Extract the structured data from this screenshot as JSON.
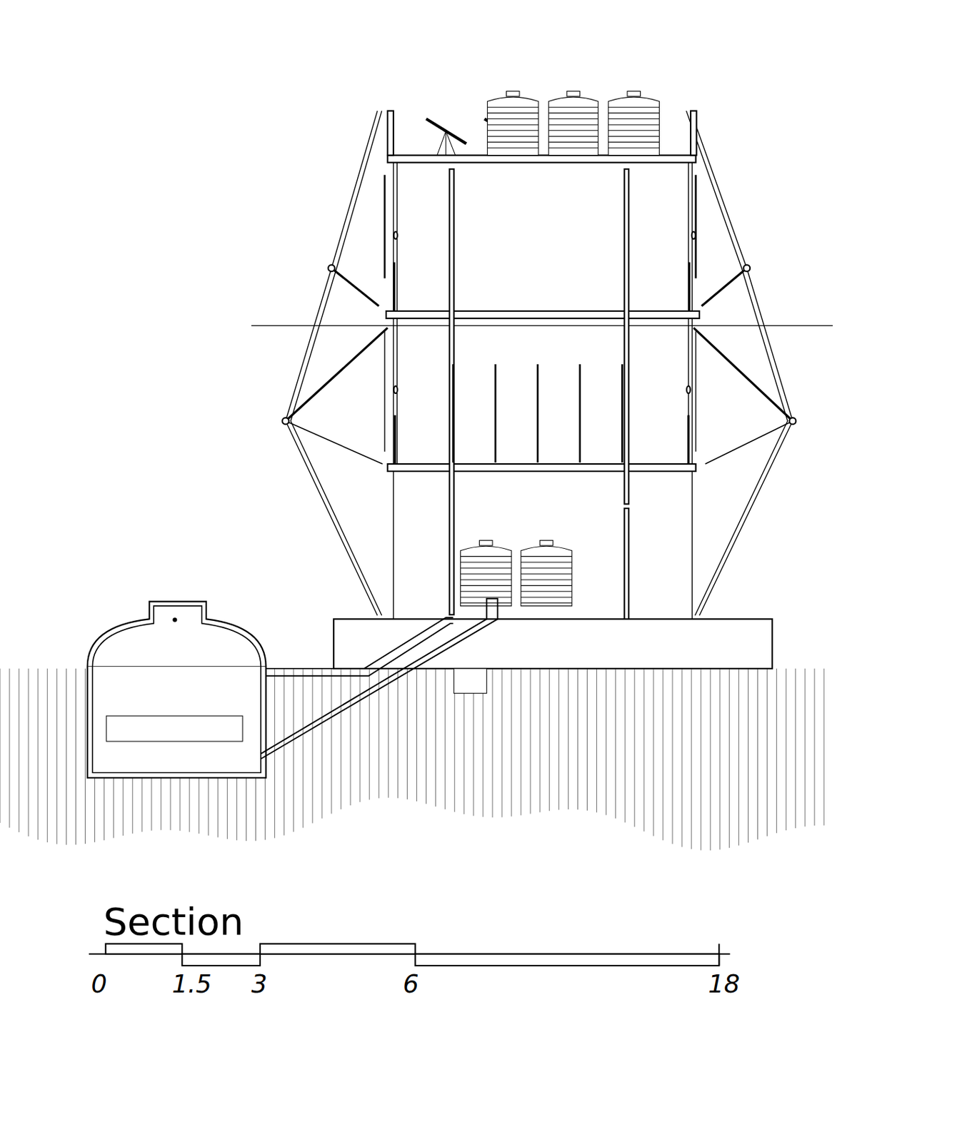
{
  "diagram": {
    "title": "Section",
    "labels": [
      "0",
      "1.5",
      "3",
      "6",
      "18"
    ]
  }
}
